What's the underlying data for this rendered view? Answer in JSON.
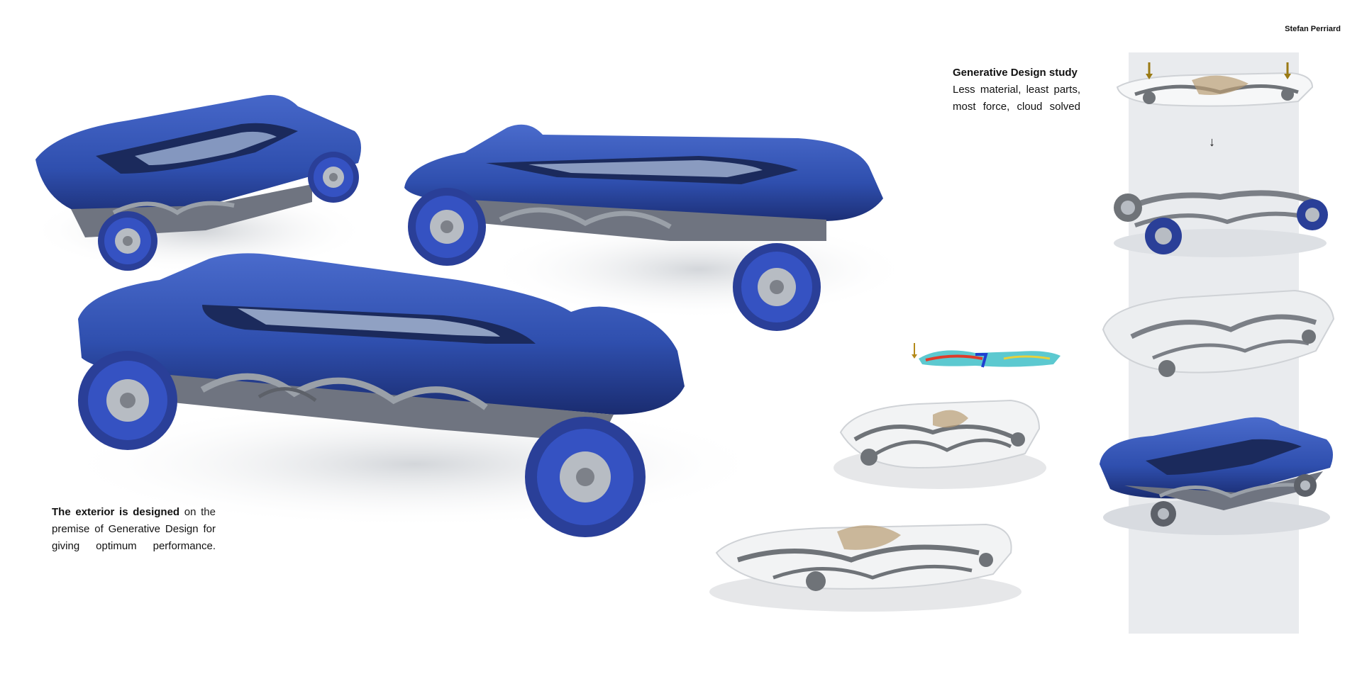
{
  "author": "Stefan Perriard",
  "study": {
    "title": "Generative Design study",
    "line1": "Less material, least parts,",
    "line2": "most force, cloud solved"
  },
  "exterior": {
    "bold": "The exterior is designed",
    "line1_rest": " on the",
    "line2": "premise of Generative Design for",
    "line3": "giving optimum performance."
  },
  "arrow": "↓",
  "colors": {
    "body_blue": "#2f4fae",
    "body_dark": "#1f3580",
    "wheel_blue": "#3552c2",
    "frame_grey": "#7b7f86",
    "lattice_tan": "#b99c74",
    "column_grey": "#e9ebee"
  }
}
